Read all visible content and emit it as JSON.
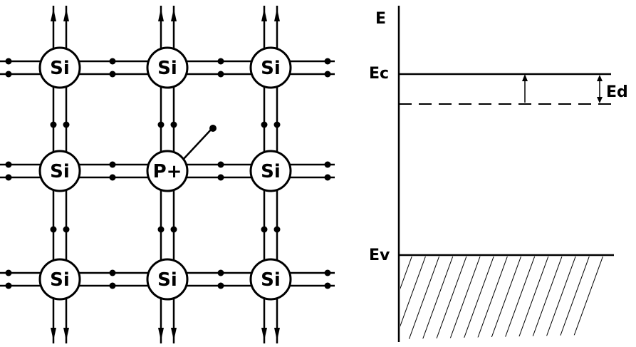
{
  "lattice": {
    "atoms": [
      {
        "label": "Si"
      },
      {
        "label": "Si"
      },
      {
        "label": "Si"
      },
      {
        "label": "Si"
      },
      {
        "label": "P+"
      },
      {
        "label": "Si"
      },
      {
        "label": "Si"
      },
      {
        "label": "Si"
      },
      {
        "label": "Si"
      }
    ]
  },
  "band_diagram": {
    "axis_label": "E",
    "conduction_label": "Ec",
    "donor_gap_label": "Ed",
    "valence_label": "Ev"
  }
}
